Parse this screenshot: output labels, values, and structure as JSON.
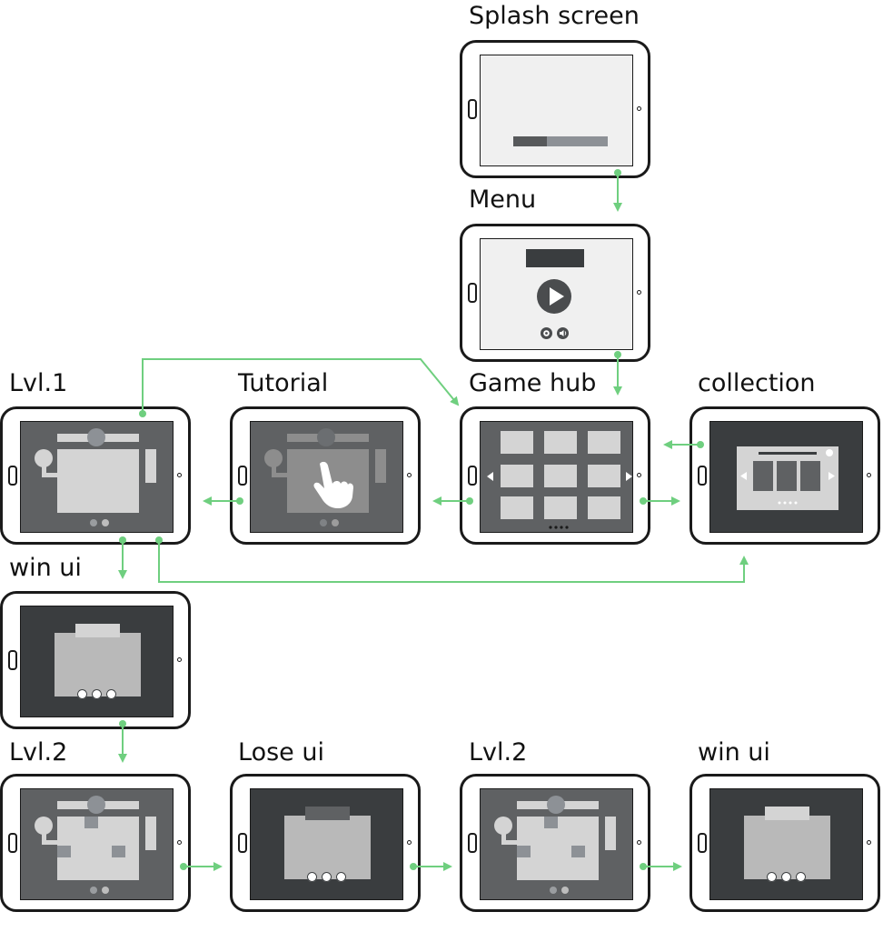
{
  "labels": {
    "splash": "Splash screen",
    "menu": "Menu",
    "lvl1": "Lvl.1",
    "tutorial": "Tutorial",
    "gamehub": "Game hub",
    "collection": "collection",
    "winui_top": "win ui",
    "lvl2_left": "Lvl.2",
    "loseui": "Lose ui",
    "lvl2_right": "Lvl.2",
    "winui_bottom": "win ui"
  },
  "colors": {
    "connector": "#6fcf7f",
    "screen_light": "#f0f0f0",
    "screen_dark": "#3a3d3f",
    "screen_level": "#5f6163",
    "panel_light": "#d4d4d4",
    "panel_mid": "#b9b9b9",
    "button_dark": "#4a4c4e",
    "bar_fill": "#57595b",
    "bar_track": "#8d9196"
  },
  "icons": {
    "play": "play-icon",
    "gear": "gear-icon",
    "sound": "speaker-icon",
    "hand": "tap-hand-icon",
    "menu": "menu-icon",
    "retry": "retry-icon",
    "next": "next-icon",
    "pause": "pause-icon",
    "arrow_left": "arrow-left-icon",
    "arrow_right": "arrow-right-icon"
  }
}
